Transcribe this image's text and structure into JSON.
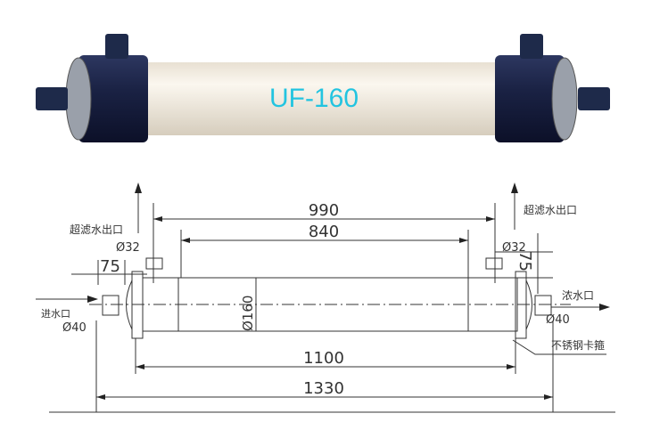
{
  "product": {
    "model_label": "UF-160",
    "label_color": "#22c4e0",
    "body_color": "#f3ecdf",
    "cap_color": "#1a2244"
  },
  "drawing": {
    "dims": {
      "d990": "990",
      "d840": "840",
      "d1100": "1100",
      "d1330": "1330",
      "d75_left": "75",
      "d75_right": "75",
      "dia160": "Ø160"
    },
    "labels": {
      "permeate_left": "超滤水出口",
      "permeate_right": "超滤水出口",
      "inlet": "进水口",
      "concentrate": "浓水口",
      "clamp": "不锈钢卡箍",
      "dia32_left": "Ø32",
      "dia32_right": "Ø32",
      "dia40_left": "Ø40",
      "dia40_right": "Ø40"
    }
  }
}
